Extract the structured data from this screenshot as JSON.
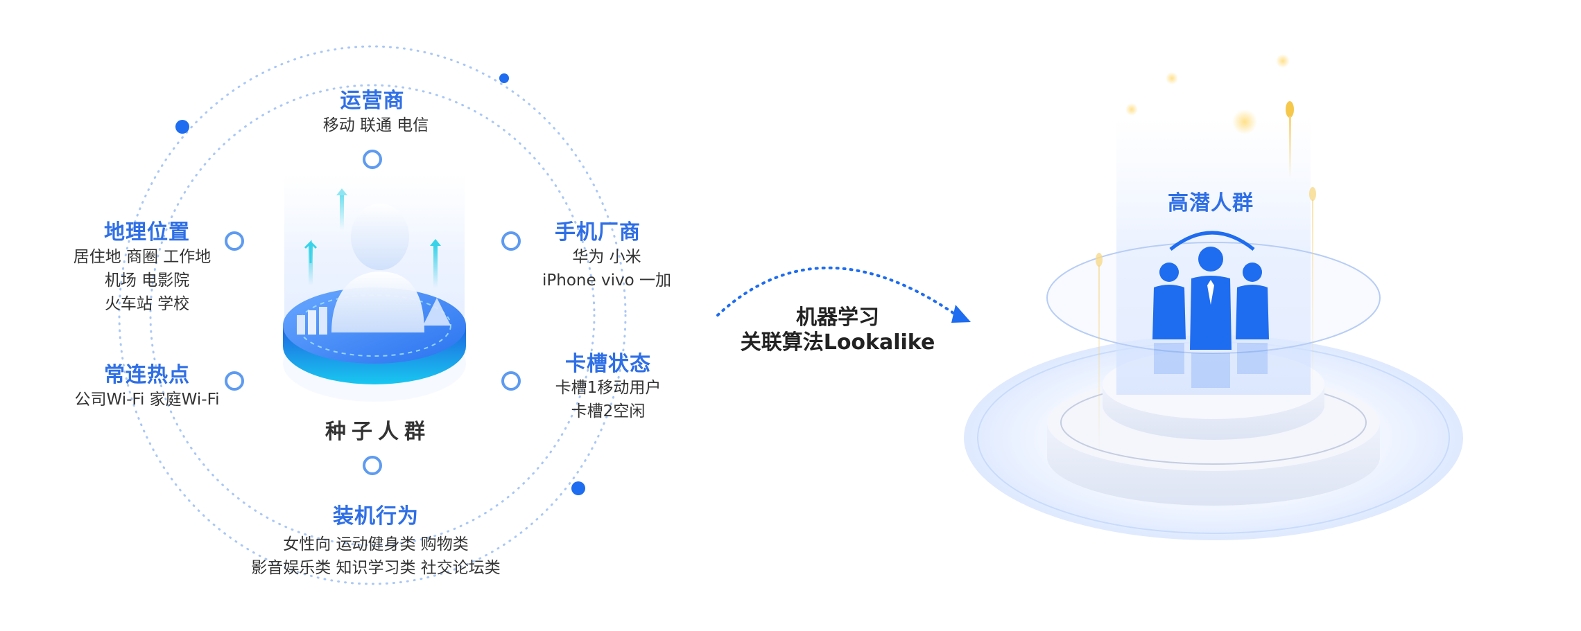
{
  "categories": {
    "carrier": {
      "title": "运营商",
      "lines": [
        "移动  联通  电信"
      ]
    },
    "location": {
      "title": "地理位置",
      "lines": [
        "居住地  商圈  工作地",
        "机场  电影院",
        "火车站  学校"
      ]
    },
    "hotspot": {
      "title": "常连热点",
      "lines": [
        "公司Wi-Fi  家庭Wi-Fi"
      ]
    },
    "phone_brand": {
      "title": "手机厂商",
      "lines": [
        "华为  小米",
        "iPhone  vivo  一加"
      ]
    },
    "sim_status": {
      "title": "卡槽状态",
      "lines": [
        "卡槽1移动用户",
        "卡槽2空闲"
      ]
    },
    "install": {
      "title": "装机行为",
      "lines": [
        "女性向  运动健身类  购物类",
        "影音娱乐类  知识学习类  社交论坛类"
      ]
    }
  },
  "seed_label": "种子人群",
  "process": {
    "line1": "机器学习",
    "line2": "关联算法Lookalike"
  },
  "result_label": "高潜人群",
  "colors": {
    "accent": "#2f6fe6",
    "node": "#5e9bf0",
    "dot": "#1e6cf0",
    "text": "#333333"
  }
}
